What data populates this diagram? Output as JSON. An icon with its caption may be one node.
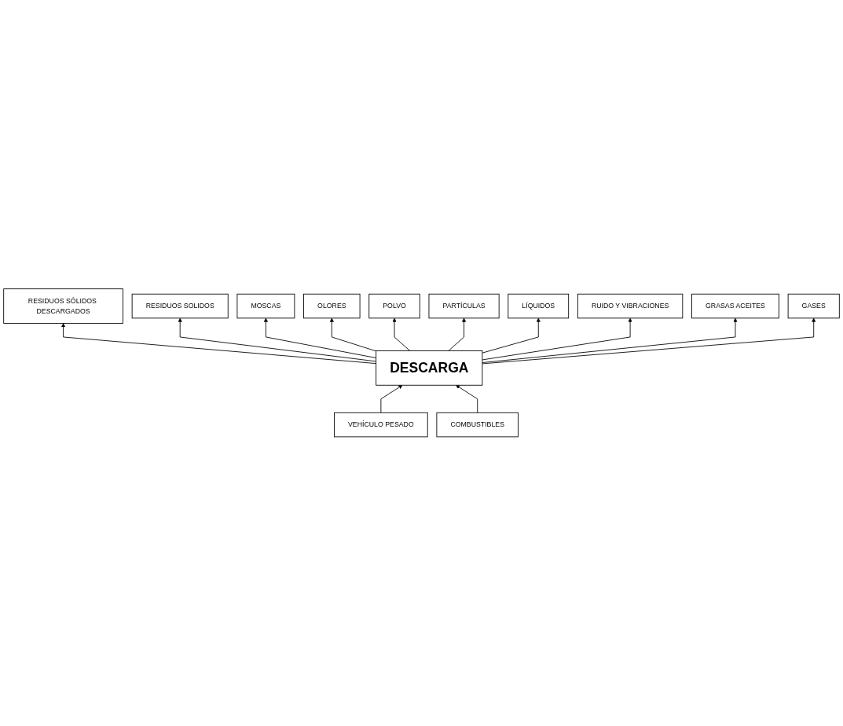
{
  "diagram": {
    "nodes": [
      {
        "text": [
          "PARTÍCULAS"
        ]
      },
      {
        "text": [
          "POLVO"
        ]
      },
      {
        "text": [
          "LÍQUIDOS"
        ]
      },
      {
        "text": [
          "OLORES"
        ]
      },
      {
        "text": [
          "RUIDO Y VIBRACIONES"
        ]
      },
      {
        "text": [
          "MOSCAS"
        ]
      },
      {
        "text": [
          "GRASAS ACEITES"
        ]
      },
      {
        "text": [
          "RESIDUOS SOLIDOS"
        ]
      },
      {
        "text": [
          "GASES"
        ]
      },
      {
        "text": [
          "VEHÍCULO PESADO"
        ]
      },
      {
        "text": [
          "DESCARGA"
        ]
      },
      {
        "text": [
          "RESIDUOS SÓLIDOS DESCARGADOS"
        ]
      },
      {
        "text": [
          "COMBUSTIBLES"
        ]
      }
    ],
    "edges": [
      {
        "from": 9,
        "to": 10,
        "arrow": "to"
      },
      {
        "from": 12,
        "to": 10,
        "arrow": "to"
      },
      {
        "from": 10,
        "to": 11,
        "arrow": "to"
      },
      {
        "from": 10,
        "to": 7,
        "arrow": "to"
      },
      {
        "from": 10,
        "to": 5,
        "arrow": "to"
      },
      {
        "from": 10,
        "to": 3,
        "arrow": "to"
      },
      {
        "from": 10,
        "to": 1,
        "arrow": "to"
      },
      {
        "from": 10,
        "to": 0,
        "arrow": "to"
      },
      {
        "from": 10,
        "to": 2,
        "arrow": "to"
      },
      {
        "from": 10,
        "to": 4,
        "arrow": "to"
      },
      {
        "from": 10,
        "to": 6,
        "arrow": "to"
      },
      {
        "from": 10,
        "to": 8,
        "arrow": "to"
      }
    ]
  }
}
